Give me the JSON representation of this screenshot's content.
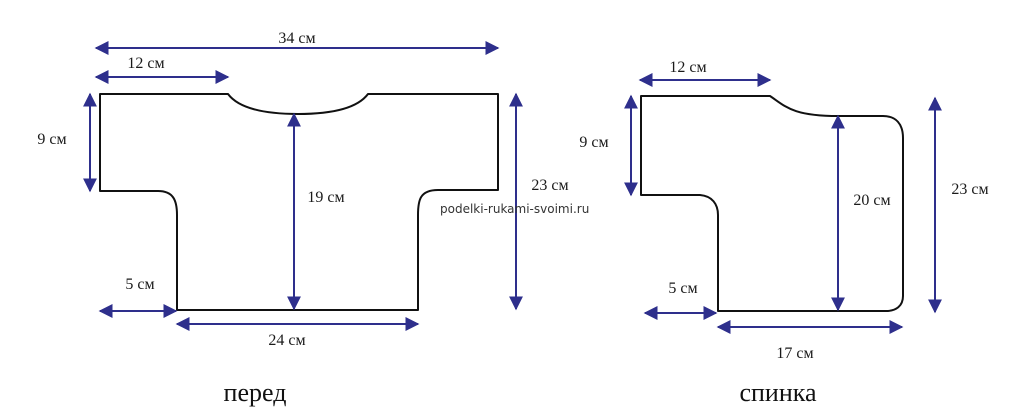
{
  "colors": {
    "arrow": "#2e2f8c",
    "outline": "#111111"
  },
  "watermark": "podelki-rukami-svoimi.ru",
  "front": {
    "caption": "перед",
    "dims": {
      "total_width": "34 см",
      "shoulder": "12 см",
      "sleeve_height": "9 см",
      "body_length": "19 см",
      "total_height": "23 см",
      "sleeve_offset": "5 см",
      "bottom_width": "24 см"
    }
  },
  "back": {
    "caption": "спинка",
    "dims": {
      "shoulder": "12 см",
      "sleeve_height": "9 см",
      "body_length": "20 см",
      "total_height": "23 см",
      "sleeve_offset": "5 см",
      "bottom_width": "17 см"
    }
  }
}
